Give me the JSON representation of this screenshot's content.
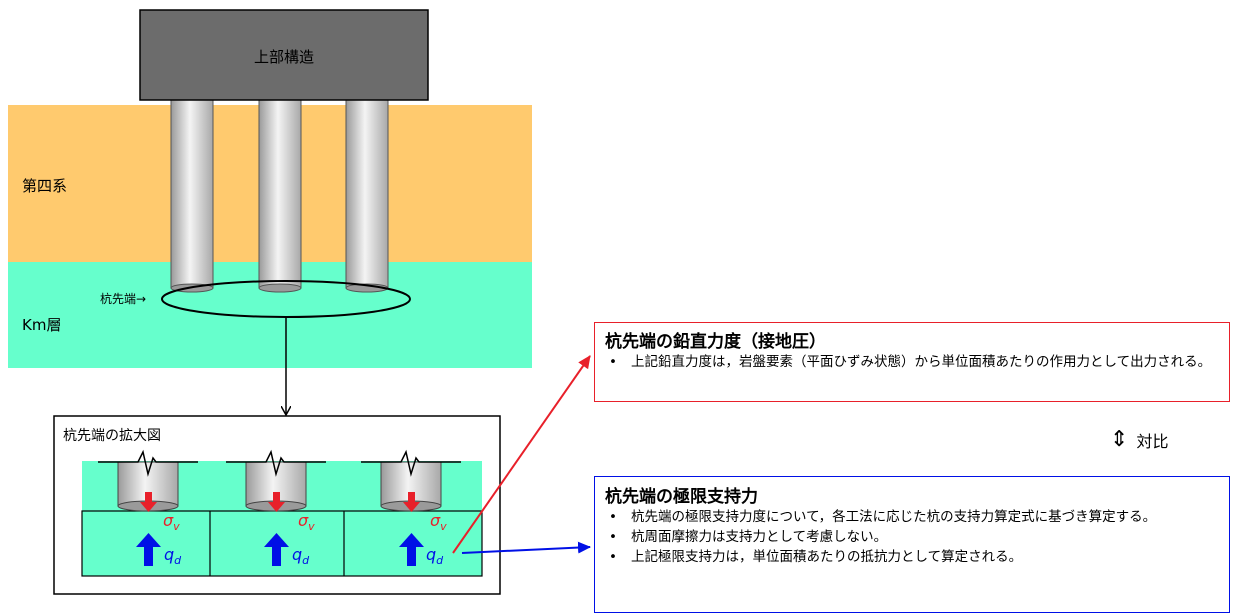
{
  "labels": {
    "superstructure": "上部構造",
    "quaternary": "第四系",
    "km_layer": "Km層",
    "pile_tip": "杭先端→",
    "enlarged_view": "杭先端の拡大図",
    "sigma": "σ",
    "sigma_sub": "v",
    "q": "q",
    "q_sub": "d"
  },
  "vertical_stress_box": {
    "title": "杭先端の鉛直力度（接地圧）",
    "bullets": [
      "上記鉛直力度は，岩盤要素（平面ひずみ状態）から単位面積あたりの作用力として出力される。"
    ]
  },
  "ultimate_capacity_box": {
    "title": "杭先端の極限支持力",
    "bullets": [
      "杭先端の極限支持力度について，各工法に応じた杭の支持力算定式に基づき算定する。",
      "杭周面摩擦力は支持力として考慮しない。",
      "上記極限支持力は，単位面積あたりの抵抗力として算定される。"
    ]
  },
  "compare": {
    "label": "対比"
  },
  "colors": {
    "quaternary": "#ffca6e",
    "km_layer": "#66ffcc",
    "superstructure": "#6c6c6c",
    "red": "#e8202a",
    "blue": "#0010e6"
  }
}
